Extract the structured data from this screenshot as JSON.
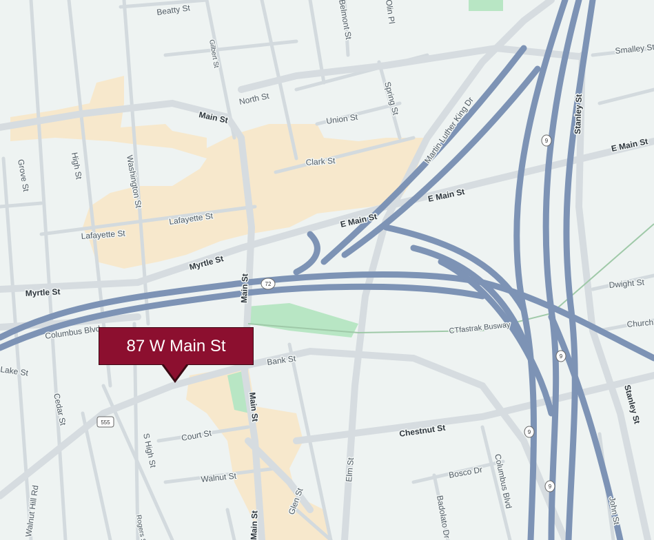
{
  "callout": {
    "label": "87 W Main St",
    "color": "#8c0f2f"
  },
  "streets": [
    "Beatty St",
    "Gilbert St",
    "Belmont St",
    "Olin Pl",
    "North St",
    "Main St",
    "Union St",
    "Spring St",
    "Clark St",
    "Martin Luther King Dr",
    "Stanley St",
    "Smalley St",
    "E Main St",
    "Grove St",
    "High St",
    "Washington St",
    "Lafayette St",
    "Myrtle St",
    "Dwight St",
    "Columbus Blvd",
    "CTfastrak Busway",
    "Church St",
    "Bank St",
    "Chestnut St",
    "Cedar St",
    "Court St",
    "S High St",
    "Walnut St",
    "Elm St",
    "Bosco Dr",
    "Badolato Dr",
    "John St",
    "Walnut Hill Rd",
    "Rogers St",
    "Glen St",
    "Lake St"
  ],
  "shields": [
    "9",
    "72",
    "555"
  ],
  "colors": {
    "background": "#eef3f2",
    "highway": "#7d93b5",
    "road": "#d3dade",
    "downtown": "#f7e8cc",
    "park": "#b8e6c4"
  }
}
